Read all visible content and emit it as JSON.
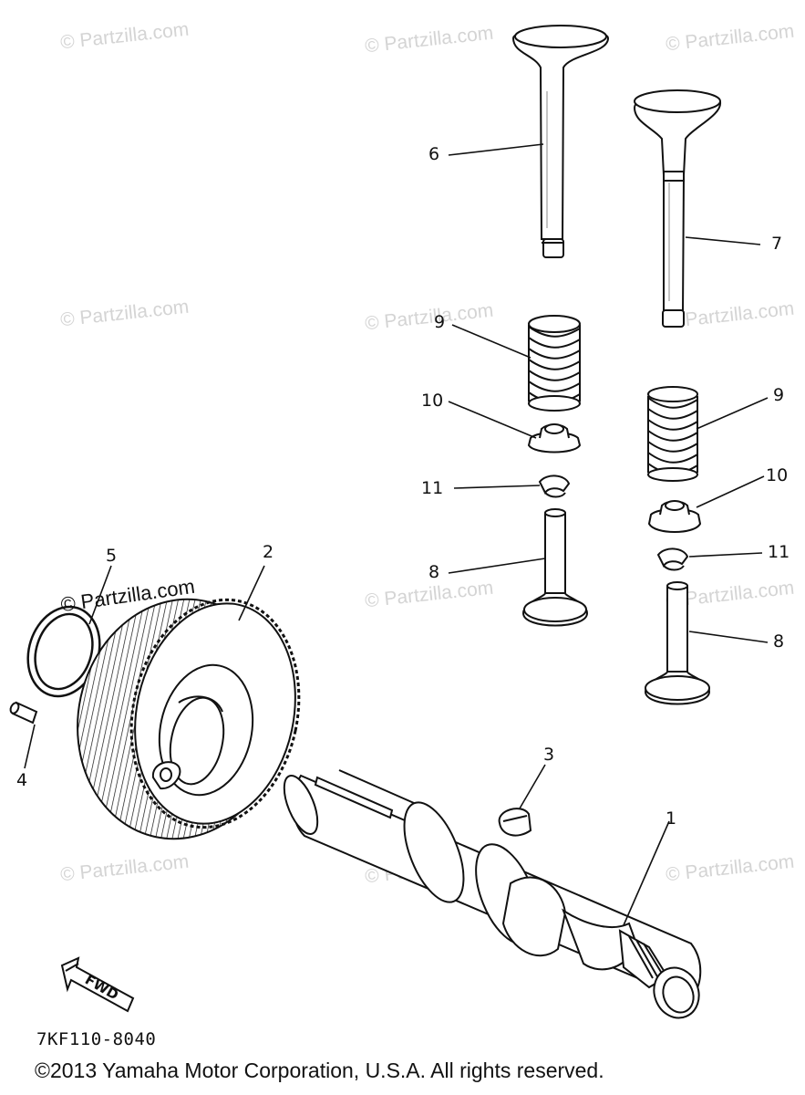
{
  "watermark": {
    "text": "© Partzilla.com",
    "prominent_text": "© Partzilla.com"
  },
  "callouts": {
    "c1": "1",
    "c2": "2",
    "c3": "3",
    "c4": "4",
    "c5": "5",
    "c6": "6",
    "c7": "7",
    "c8a": "8",
    "c8b": "8",
    "c9a": "9",
    "c9b": "9",
    "c10a": "10",
    "c10b": "10",
    "c11a": "11",
    "c11b": "11"
  },
  "fwd_label": "FWD",
  "diagram_code": "7KF110-8040",
  "copyright": "©2013  Yamaha Motor Corporation, U.S.A. All rights reserved."
}
